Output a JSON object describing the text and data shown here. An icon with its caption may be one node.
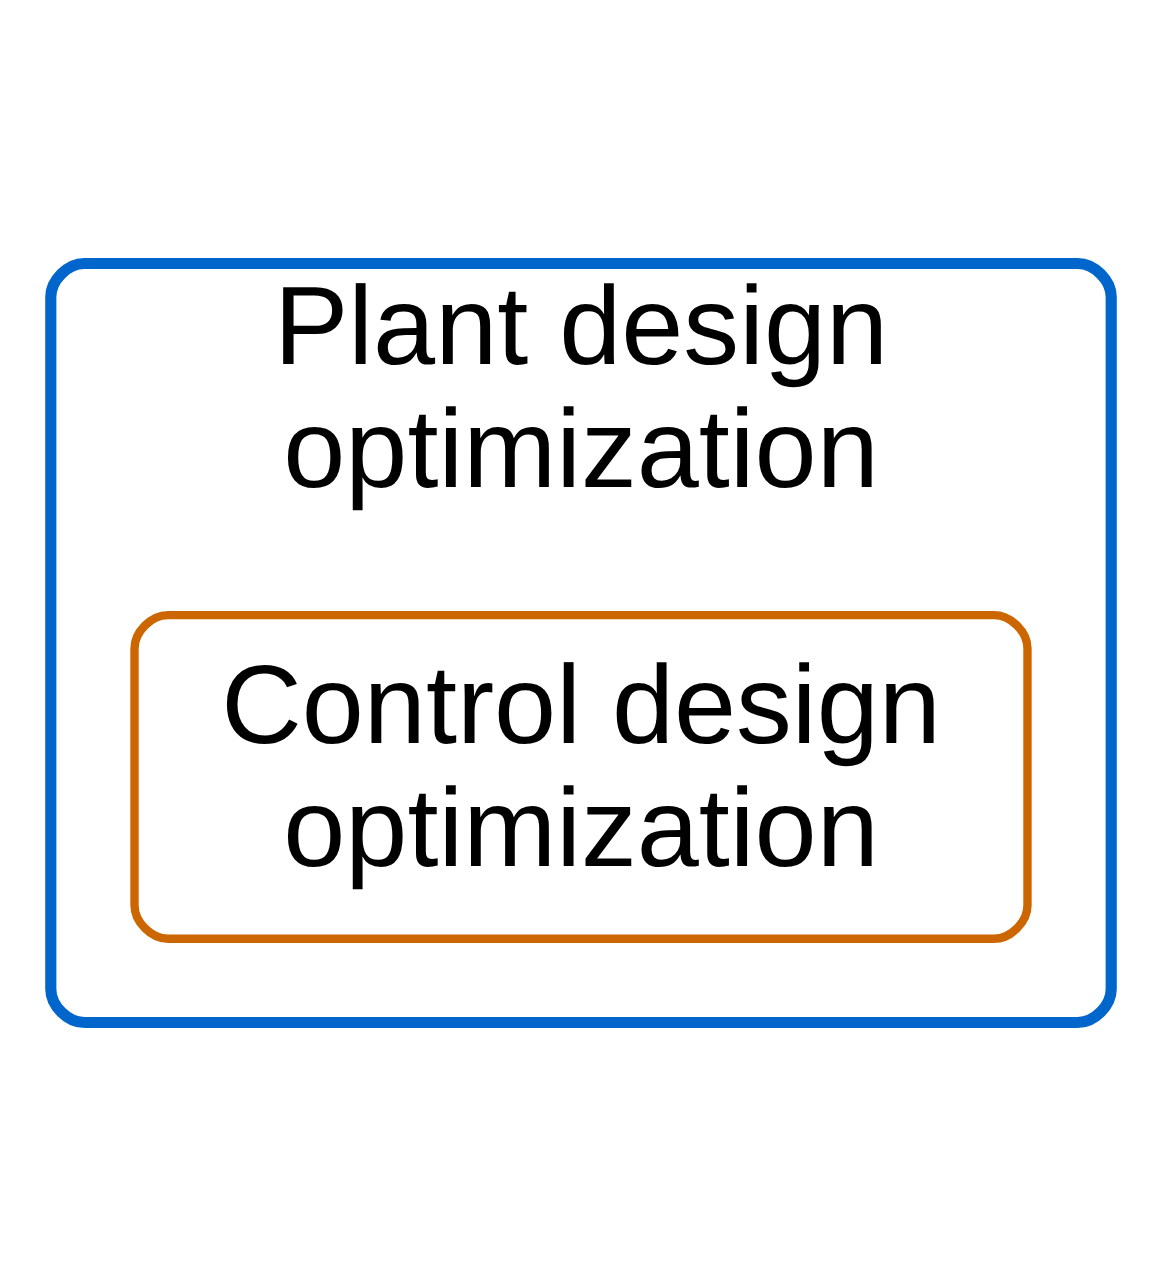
{
  "diagram": {
    "nodes": [
      {
        "text": [
          "Plant design optimization"
        ]
      },
      {
        "text": [
          "Control design optimization"
        ],
        "in": 0
      }
    ]
  }
}
